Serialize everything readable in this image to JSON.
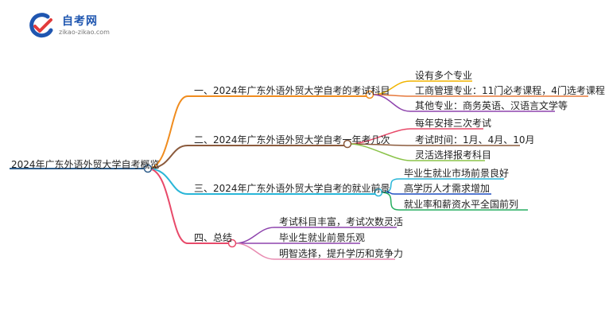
{
  "logo": {
    "title": "自考网",
    "url": "zikao-zikao.com",
    "colors": {
      "blue": "#1f56b0",
      "red": "#e23b3b"
    }
  },
  "mindmap": {
    "root": {
      "label": "2024年广东外语外贸大学自考概览",
      "color": "#2f5e8c"
    },
    "branches": [
      {
        "label": "一、2024年广东外语外贸大学自考的考试科目",
        "color": "#f08c1e",
        "children": [
          "设有多个专业",
          "工商管理专业：11门必考课程，4门选考课程",
          "其他专业：商务英语、汉语言文学等"
        ],
        "child_colors": [
          "#f0b400",
          "#e6783c",
          "#8e44ad"
        ]
      },
      {
        "label": "二、2024年广东外语外贸大学自考一年考几次",
        "color": "#8b5a3c",
        "children": [
          "每年安排三次考试",
          "考试时间：1月、4月、10月",
          "灵活选择报考科目"
        ],
        "child_colors": [
          "#e84a6a",
          "#8b5a3c",
          "#8bc34a"
        ]
      },
      {
        "label": "三、2024年广东外语外贸大学自考的就业前景",
        "color": "#29b6d8",
        "children": [
          "毕业生就业市场前景良好",
          "高学历人才需求增加",
          "就业率和薪资水平全国前列"
        ],
        "child_colors": [
          "#29b6d8",
          "#1e4fc2",
          "#27ae60"
        ]
      },
      {
        "label": "四、总结",
        "color": "#e84a6a",
        "children": [
          "考试科目丰富，考试次数灵活",
          "毕业生就业前景乐观",
          "明智选择，提升学历和竞争力"
        ],
        "child_colors": [
          "#8e44ad",
          "#8e44ad",
          "#e88ab0"
        ]
      }
    ]
  }
}
